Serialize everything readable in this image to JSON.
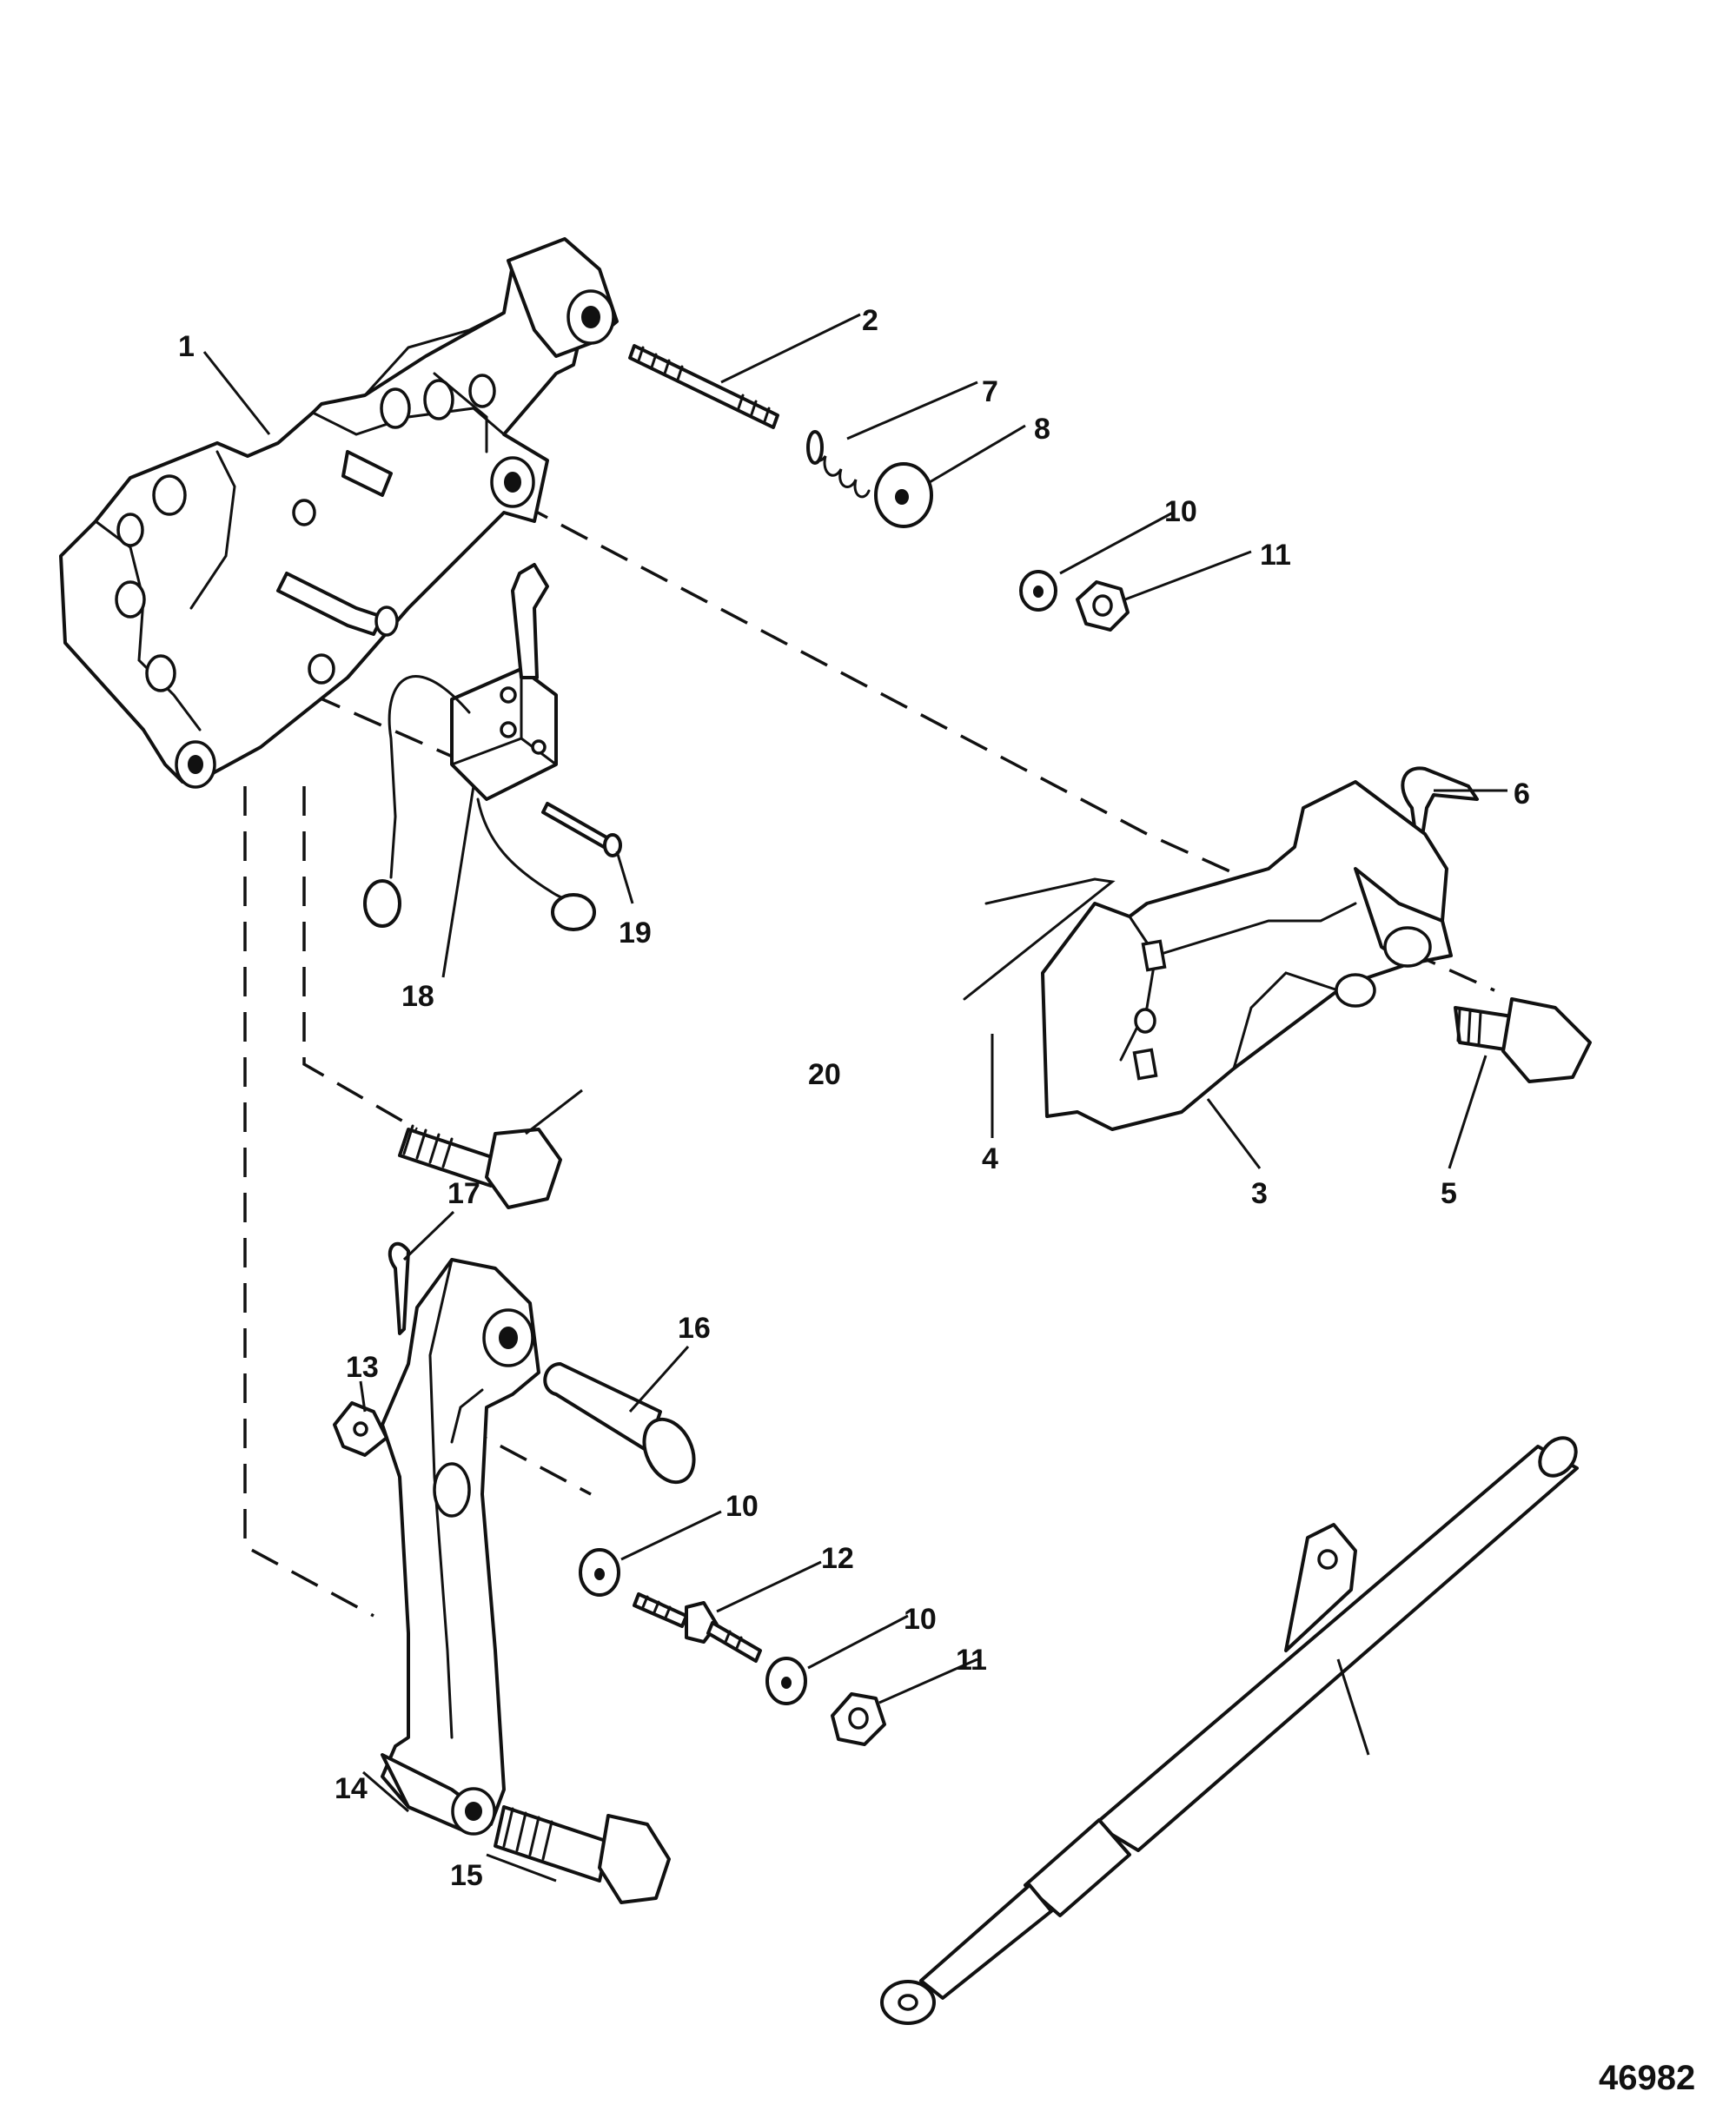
{
  "diagram": {
    "reference_number": "46982",
    "callouts": {
      "c1": "1",
      "c2": "2",
      "c3": "3",
      "c4": "4",
      "c5": "5",
      "c6": "6",
      "c7": "7",
      "c8": "8",
      "c10a": "10",
      "c11a": "11",
      "c10b": "10",
      "c10c": "10",
      "c11b": "11",
      "c12": "12",
      "c13": "13",
      "c14": "14",
      "c15": "15",
      "c16": "16",
      "c17": "17",
      "c18": "18",
      "c19": "19",
      "c20": "20"
    }
  }
}
